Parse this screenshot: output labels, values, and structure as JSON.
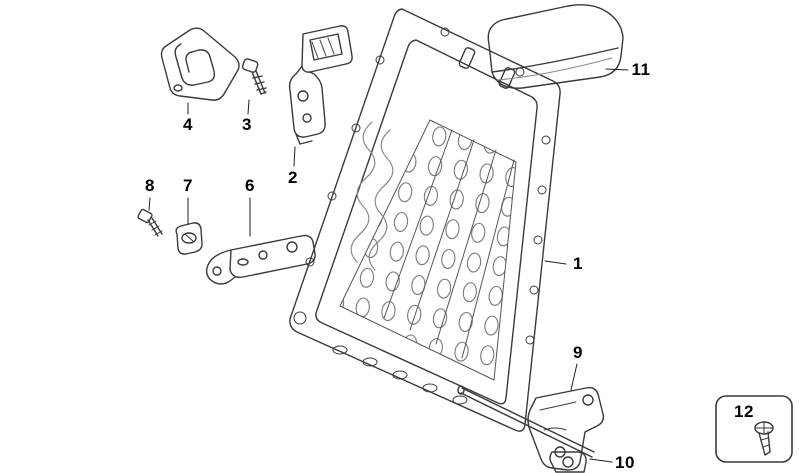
{
  "diagram": {
    "background_color": "#ffffff",
    "line_color": "#3a3a3a",
    "light_line_color": "#8a8a8a",
    "labels": [
      {
        "part": "4"
      },
      {
        "part": "3"
      },
      {
        "part": "2"
      },
      {
        "part": "11"
      },
      {
        "part": "8"
      },
      {
        "part": "7"
      },
      {
        "part": "6"
      },
      {
        "part": "1"
      },
      {
        "part": "9"
      },
      {
        "part": "12"
      },
      {
        "part": "10"
      }
    ]
  }
}
